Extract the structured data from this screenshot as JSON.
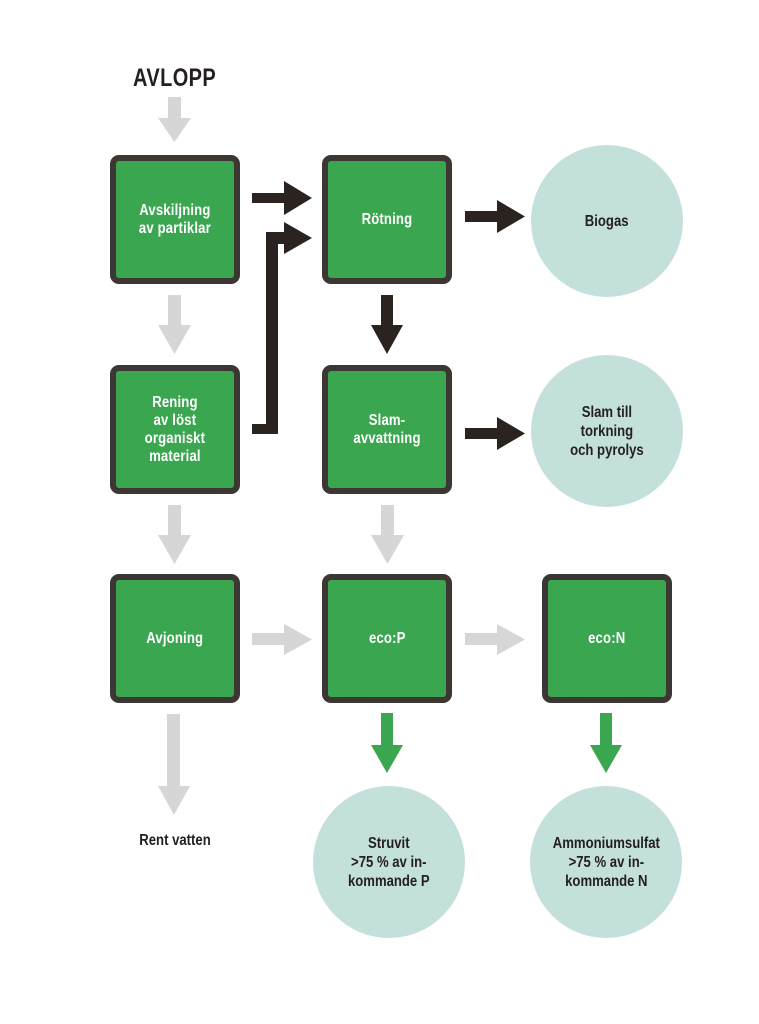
{
  "title": "AVLOPP",
  "colors": {
    "process_box_fill": "#3aa64f",
    "process_box_border": "#3d3734",
    "output_circle_fill": "#c4e0db",
    "arrow_grey": "#d6d6d6",
    "arrow_dark": "#2a2320",
    "arrow_green": "#3aa64f",
    "text_dark": "#231f1e"
  },
  "process_boxes": [
    {
      "id": "avskiljning",
      "label": "Avskiljning\nav partiklar"
    },
    {
      "id": "rotning",
      "label": "Rötning"
    },
    {
      "id": "rening",
      "label": "Rening\nav löst\norganiskt\nmaterial"
    },
    {
      "id": "slamavvattning",
      "label": "Slam-\navvattning"
    },
    {
      "id": "avjoning",
      "label": "Avjoning"
    },
    {
      "id": "ecop",
      "label": "eco:P"
    },
    {
      "id": "econ",
      "label": "eco:N"
    }
  ],
  "outputs": [
    {
      "id": "biogas",
      "label": "Biogas"
    },
    {
      "id": "slam",
      "label": "Slam till\ntorkning\noch pyrolys"
    },
    {
      "id": "struvit",
      "label": "Struvit\n>75 % av in-\nkommande P"
    },
    {
      "id": "ammoniumsulfat",
      "label": "Ammoniumsulfat\n>75 % av in-\nkommande N"
    }
  ],
  "rent_vatten": "Rent vatten",
  "flows": [
    {
      "from": "AVLOPP",
      "to": "avskiljning",
      "style": "grey"
    },
    {
      "from": "avskiljning",
      "to": "rotning",
      "style": "dark"
    },
    {
      "from": "rening",
      "to": "rotning",
      "style": "dark"
    },
    {
      "from": "rotning",
      "to": "biogas",
      "style": "dark"
    },
    {
      "from": "rotning",
      "to": "slamavvattning",
      "style": "dark"
    },
    {
      "from": "slamavvattning",
      "to": "slam",
      "style": "dark"
    },
    {
      "from": "avskiljning",
      "to": "rening",
      "style": "grey"
    },
    {
      "from": "rening",
      "to": "avjoning",
      "style": "grey"
    },
    {
      "from": "slamavvattning",
      "to": "ecop",
      "style": "grey"
    },
    {
      "from": "avjoning",
      "to": "ecop",
      "style": "grey"
    },
    {
      "from": "ecop",
      "to": "econ",
      "style": "grey"
    },
    {
      "from": "avjoning",
      "to": "rent_vatten",
      "style": "grey"
    },
    {
      "from": "ecop",
      "to": "struvit",
      "style": "green"
    },
    {
      "from": "econ",
      "to": "ammoniumsulfat",
      "style": "green"
    }
  ]
}
